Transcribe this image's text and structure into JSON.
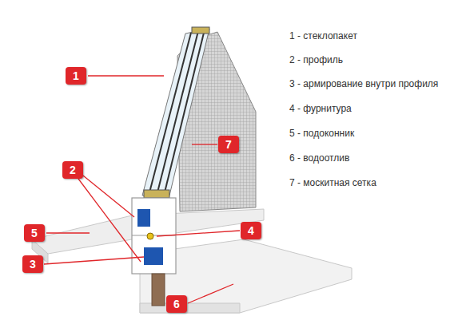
{
  "diagram": {
    "labels": [
      "1",
      "2",
      "7",
      "5",
      "4",
      "3",
      "6",
      "1 - стеклопакет",
      "2 - профиль",
      "3 - армирование внутри профиля",
      "4 - фурнитура",
      "5 - подоконник",
      "6 - водоотлив",
      "7 - москитная сетка"
    ]
  }
}
